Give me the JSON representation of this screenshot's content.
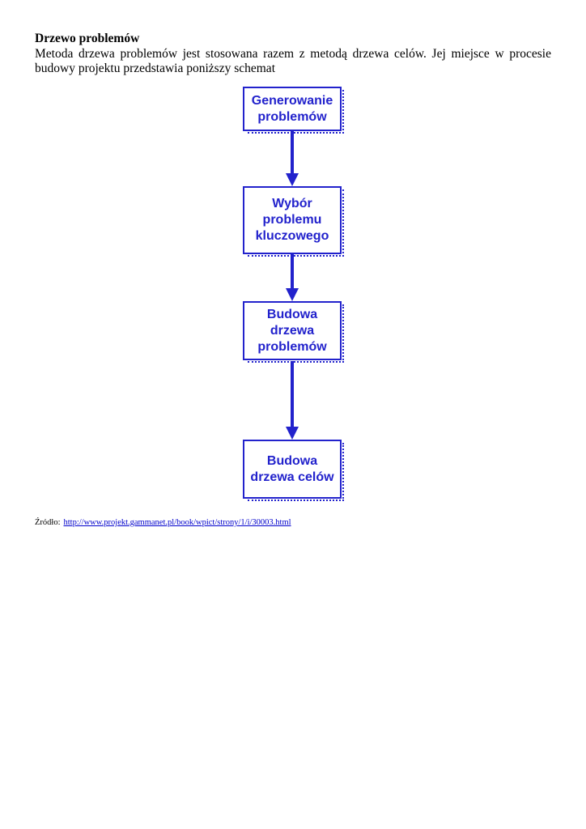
{
  "colors": {
    "diagram_blue": "#2222cc",
    "link_blue": "#0000cc",
    "text_black": "#000000",
    "page_background": "#ffffff"
  },
  "header": {
    "title": "Drzewo problemów",
    "paragraph": "Metoda drzewa problemów jest stosowana razem z metodą drzewa celów. Jej miejsce w procesie budowy projektu przedstawia poniższy schemat"
  },
  "flowchart": {
    "connector": "down-arrow",
    "boxes": [
      {
        "text": "Generowanie\nproblemów"
      },
      {
        "text": "Wybór\nproblemu\nkluczowego"
      },
      {
        "text": "Budowa\ndrzewa\nproblemów"
      },
      {
        "text": "Budowa\ndrzewa celów"
      }
    ]
  },
  "source": {
    "label": "Źródło:",
    "url": "http://www.projekt.gammanet.pl/book/wpict/strony/1/i/30003.html"
  }
}
